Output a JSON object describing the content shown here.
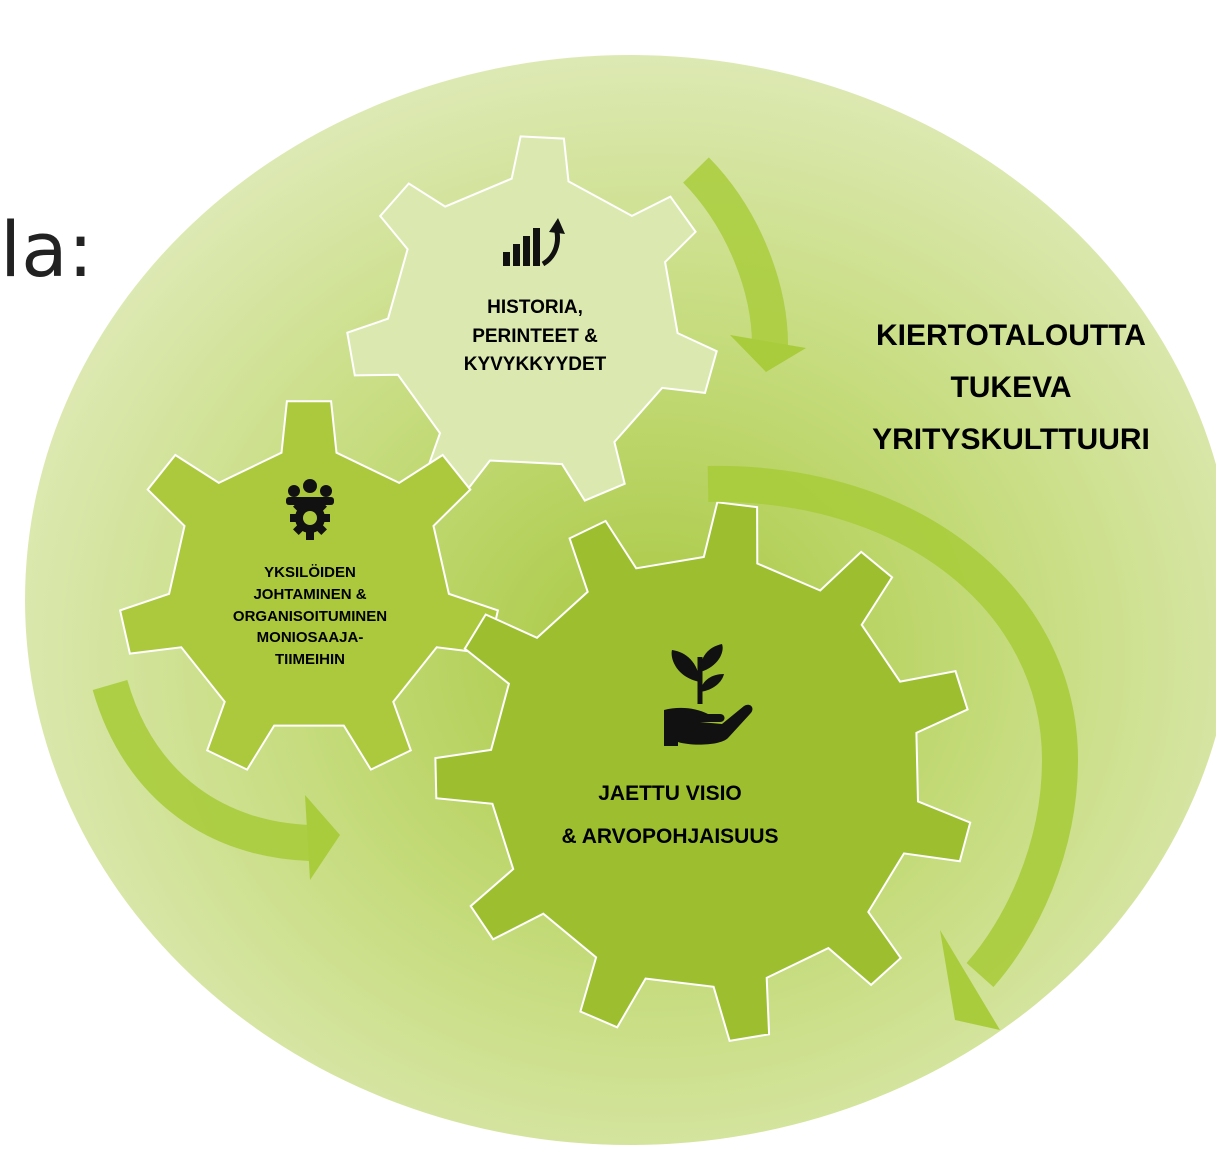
{
  "heading_fragment": "la:",
  "culture_title": [
    "KIERTOTALOUTTA",
    "TUKEVA",
    "YRITYSKULTTUURI"
  ],
  "gears": {
    "top": {
      "icon": "growth-chart-icon",
      "lines": [
        "HISTORIA,",
        "PERINTEET &",
        "KYVYKKYYDET"
      ],
      "fill": "#dbe9b0"
    },
    "left": {
      "icon": "team-gear-icon",
      "lines": [
        "YKSILÖIDEN",
        "JOHTAMINEN &",
        "ORGANISOITUMINEN",
        "MONIOSAAJA-",
        "TIIMEIHIN"
      ],
      "fill": "#acc93d"
    },
    "big": {
      "icon": "hand-plant-icon",
      "line1": "JAETTU VISIO",
      "line2": "& ARVOPOHJAISUUS",
      "fill": "#9dbf2f"
    }
  },
  "colors": {
    "background_circle": "#d9e8a9",
    "arrow": "#a9cc3c",
    "gear_outline": "#ffffff"
  }
}
